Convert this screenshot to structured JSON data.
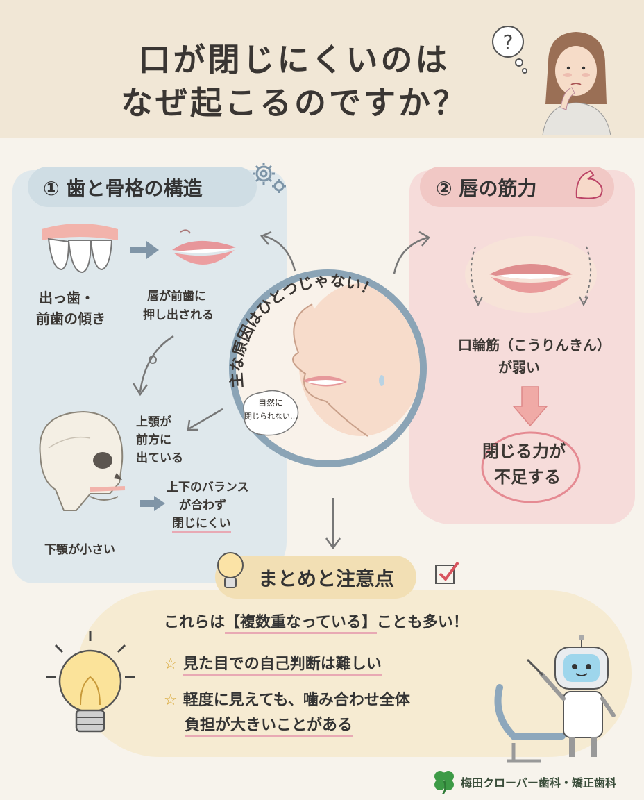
{
  "header": {
    "title_line1": "口が閉じにくいのは",
    "title_line2": "なぜ起こるのですか？",
    "question_mark": "?"
  },
  "section1": {
    "title": "① 歯と骨格の構造",
    "teeth_label_1": "出っ歯・",
    "teeth_label_2": "前歯の傾き",
    "lips_label_1": "唇が前歯に",
    "lips_label_2": "押し出される",
    "maxilla_label_1": "上顎が",
    "maxilla_label_2": "前方に",
    "maxilla_label_3": "出ている",
    "balance_label_1": "上下のバランス",
    "balance_label_2": "が合わず",
    "balance_label_3": "閉じにくい",
    "mandible_label": "下顎が小さい"
  },
  "section2": {
    "title": "② 唇の筋力",
    "muscle_label_1": "口輪筋（こうりんきん）",
    "muscle_label_2": "が弱い",
    "result_label_1": "閉じる力が",
    "result_label_2": "不足する"
  },
  "center": {
    "arc_text": "主な原因はひとつじゃない！",
    "bubble_line1": "自然に",
    "bubble_line2": "閉じられない…"
  },
  "summary": {
    "title": "まとめと注意点",
    "line1_pre": "これらは",
    "line1_emph": "【複数重なっている】",
    "line1_post": "ことも多い！",
    "point1": "見た目での自己判断は難しい",
    "point2_line1": "軽度に見えても、噛み合わせ全体",
    "point2_line2": "負担が大きいことがある"
  },
  "footer": {
    "clinic_name": "梅田クローバー歯科・矯正歯科"
  },
  "colors": {
    "header_bg": "#f1e7d6",
    "panel_blue": "#dfe8ec",
    "panel_pink": "#f6dcda",
    "summary_bg": "#f6ebd2",
    "accent_pink": "#e8a9b4",
    "circle_border": "#8ba4b6"
  },
  "icons": [
    "question-bubble-icon",
    "gear-icon",
    "flexed-arm-icon",
    "lightbulb-icon",
    "checkbox-icon",
    "star-icon",
    "clover-icon",
    "robot-dentist-icon"
  ]
}
